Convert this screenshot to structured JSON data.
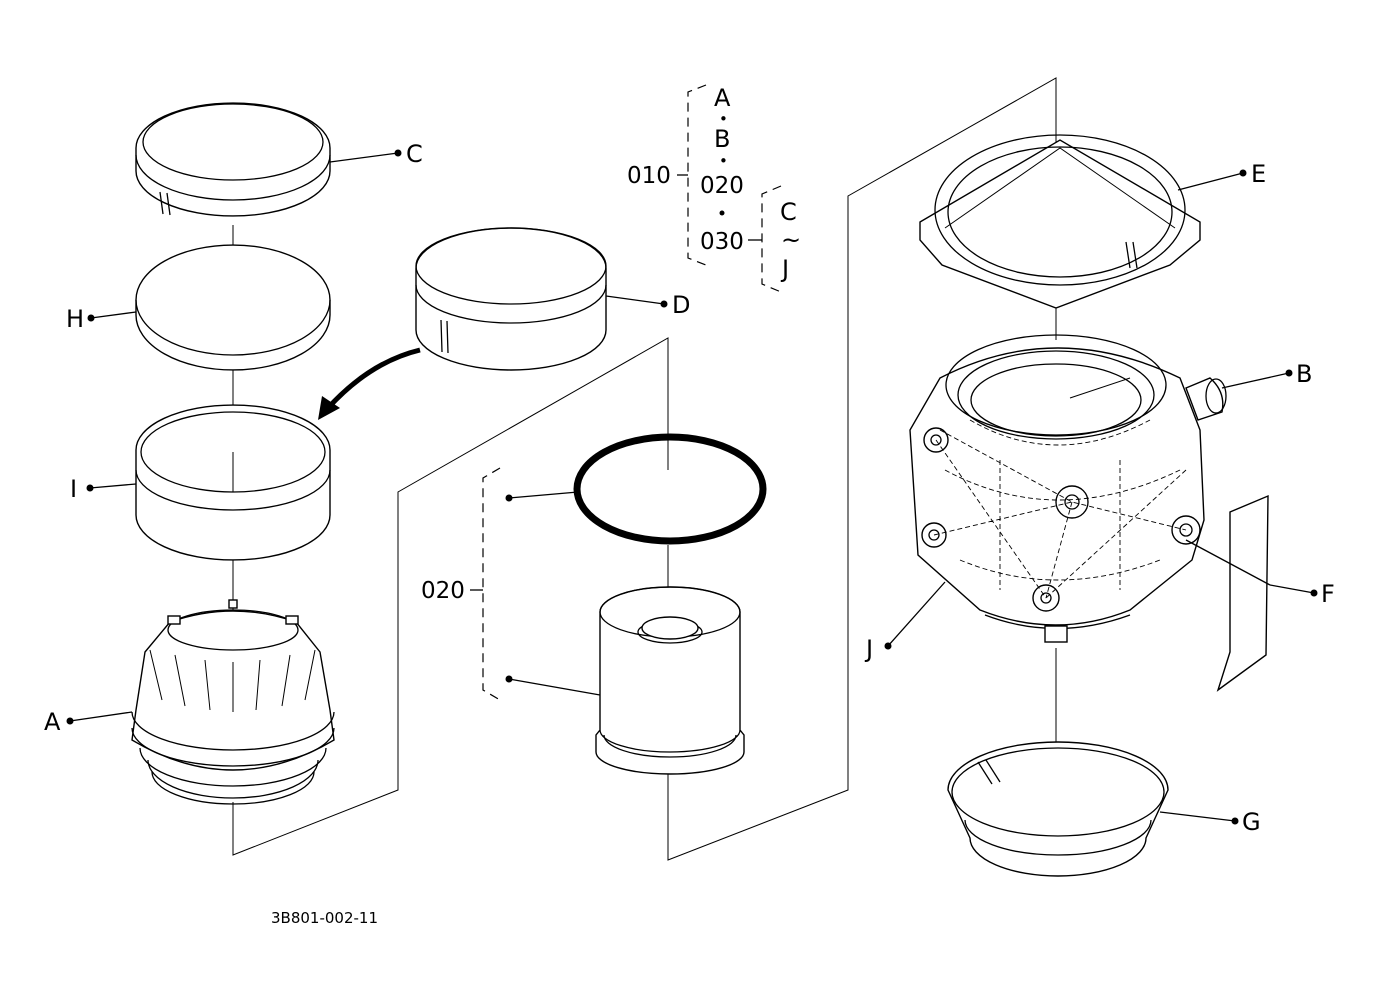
{
  "drawing_id": "3B801-002-11",
  "parts": {
    "A": "A",
    "B": "B",
    "C": "C",
    "D": "D",
    "E": "E",
    "F": "F",
    "G": "G",
    "H": "H",
    "I": "I",
    "J": "J"
  },
  "groups": {
    "g010": "010",
    "g020": "020",
    "g030": "030",
    "g020_center": "020"
  },
  "tree": {
    "a": "A",
    "bullet1": "•",
    "b": "B",
    "bullet2": "•",
    "c": "C",
    "tilde": "~",
    "j": "J"
  }
}
